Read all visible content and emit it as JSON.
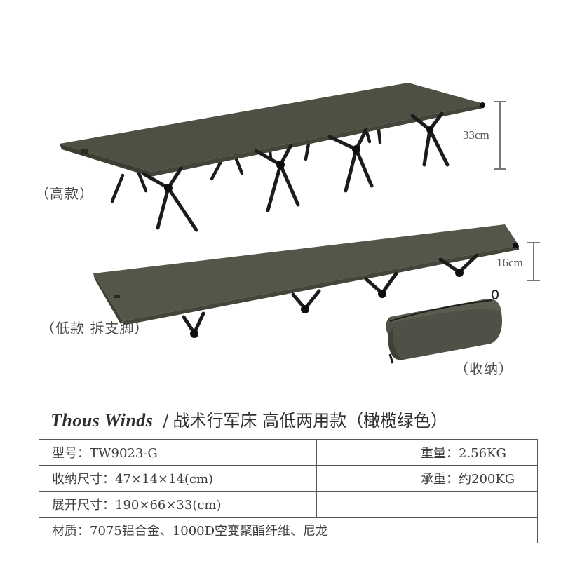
{
  "illustrations": {
    "high_bed": {
      "label": "（高款）",
      "height_dimension": "33cm"
    },
    "low_bed": {
      "label": "（低款 拆支脚）",
      "height_dimension": "16cm"
    },
    "storage_bag": {
      "label": "（收纳）"
    }
  },
  "colors": {
    "fabric": "#4f5043",
    "fabric_dark": "#3e3f33",
    "legs": "#1c1c1c",
    "border": "#555555"
  },
  "title": {
    "brand": "Thous Winds",
    "separator": "/",
    "product_name": "战术行军床 高低两用款（橄榄绿色）"
  },
  "specs": {
    "model": "型号：TW9023-G",
    "weight": "重量：2.56KG",
    "packed_size": "收纳尺寸：47×14×14(cm)",
    "load_capacity": "承重：约200KG",
    "unfolded_size": "展开尺寸：190×66×33(cm)",
    "material": "材质：7075铝合金、1000D空变聚酯纤维、尼龙"
  }
}
